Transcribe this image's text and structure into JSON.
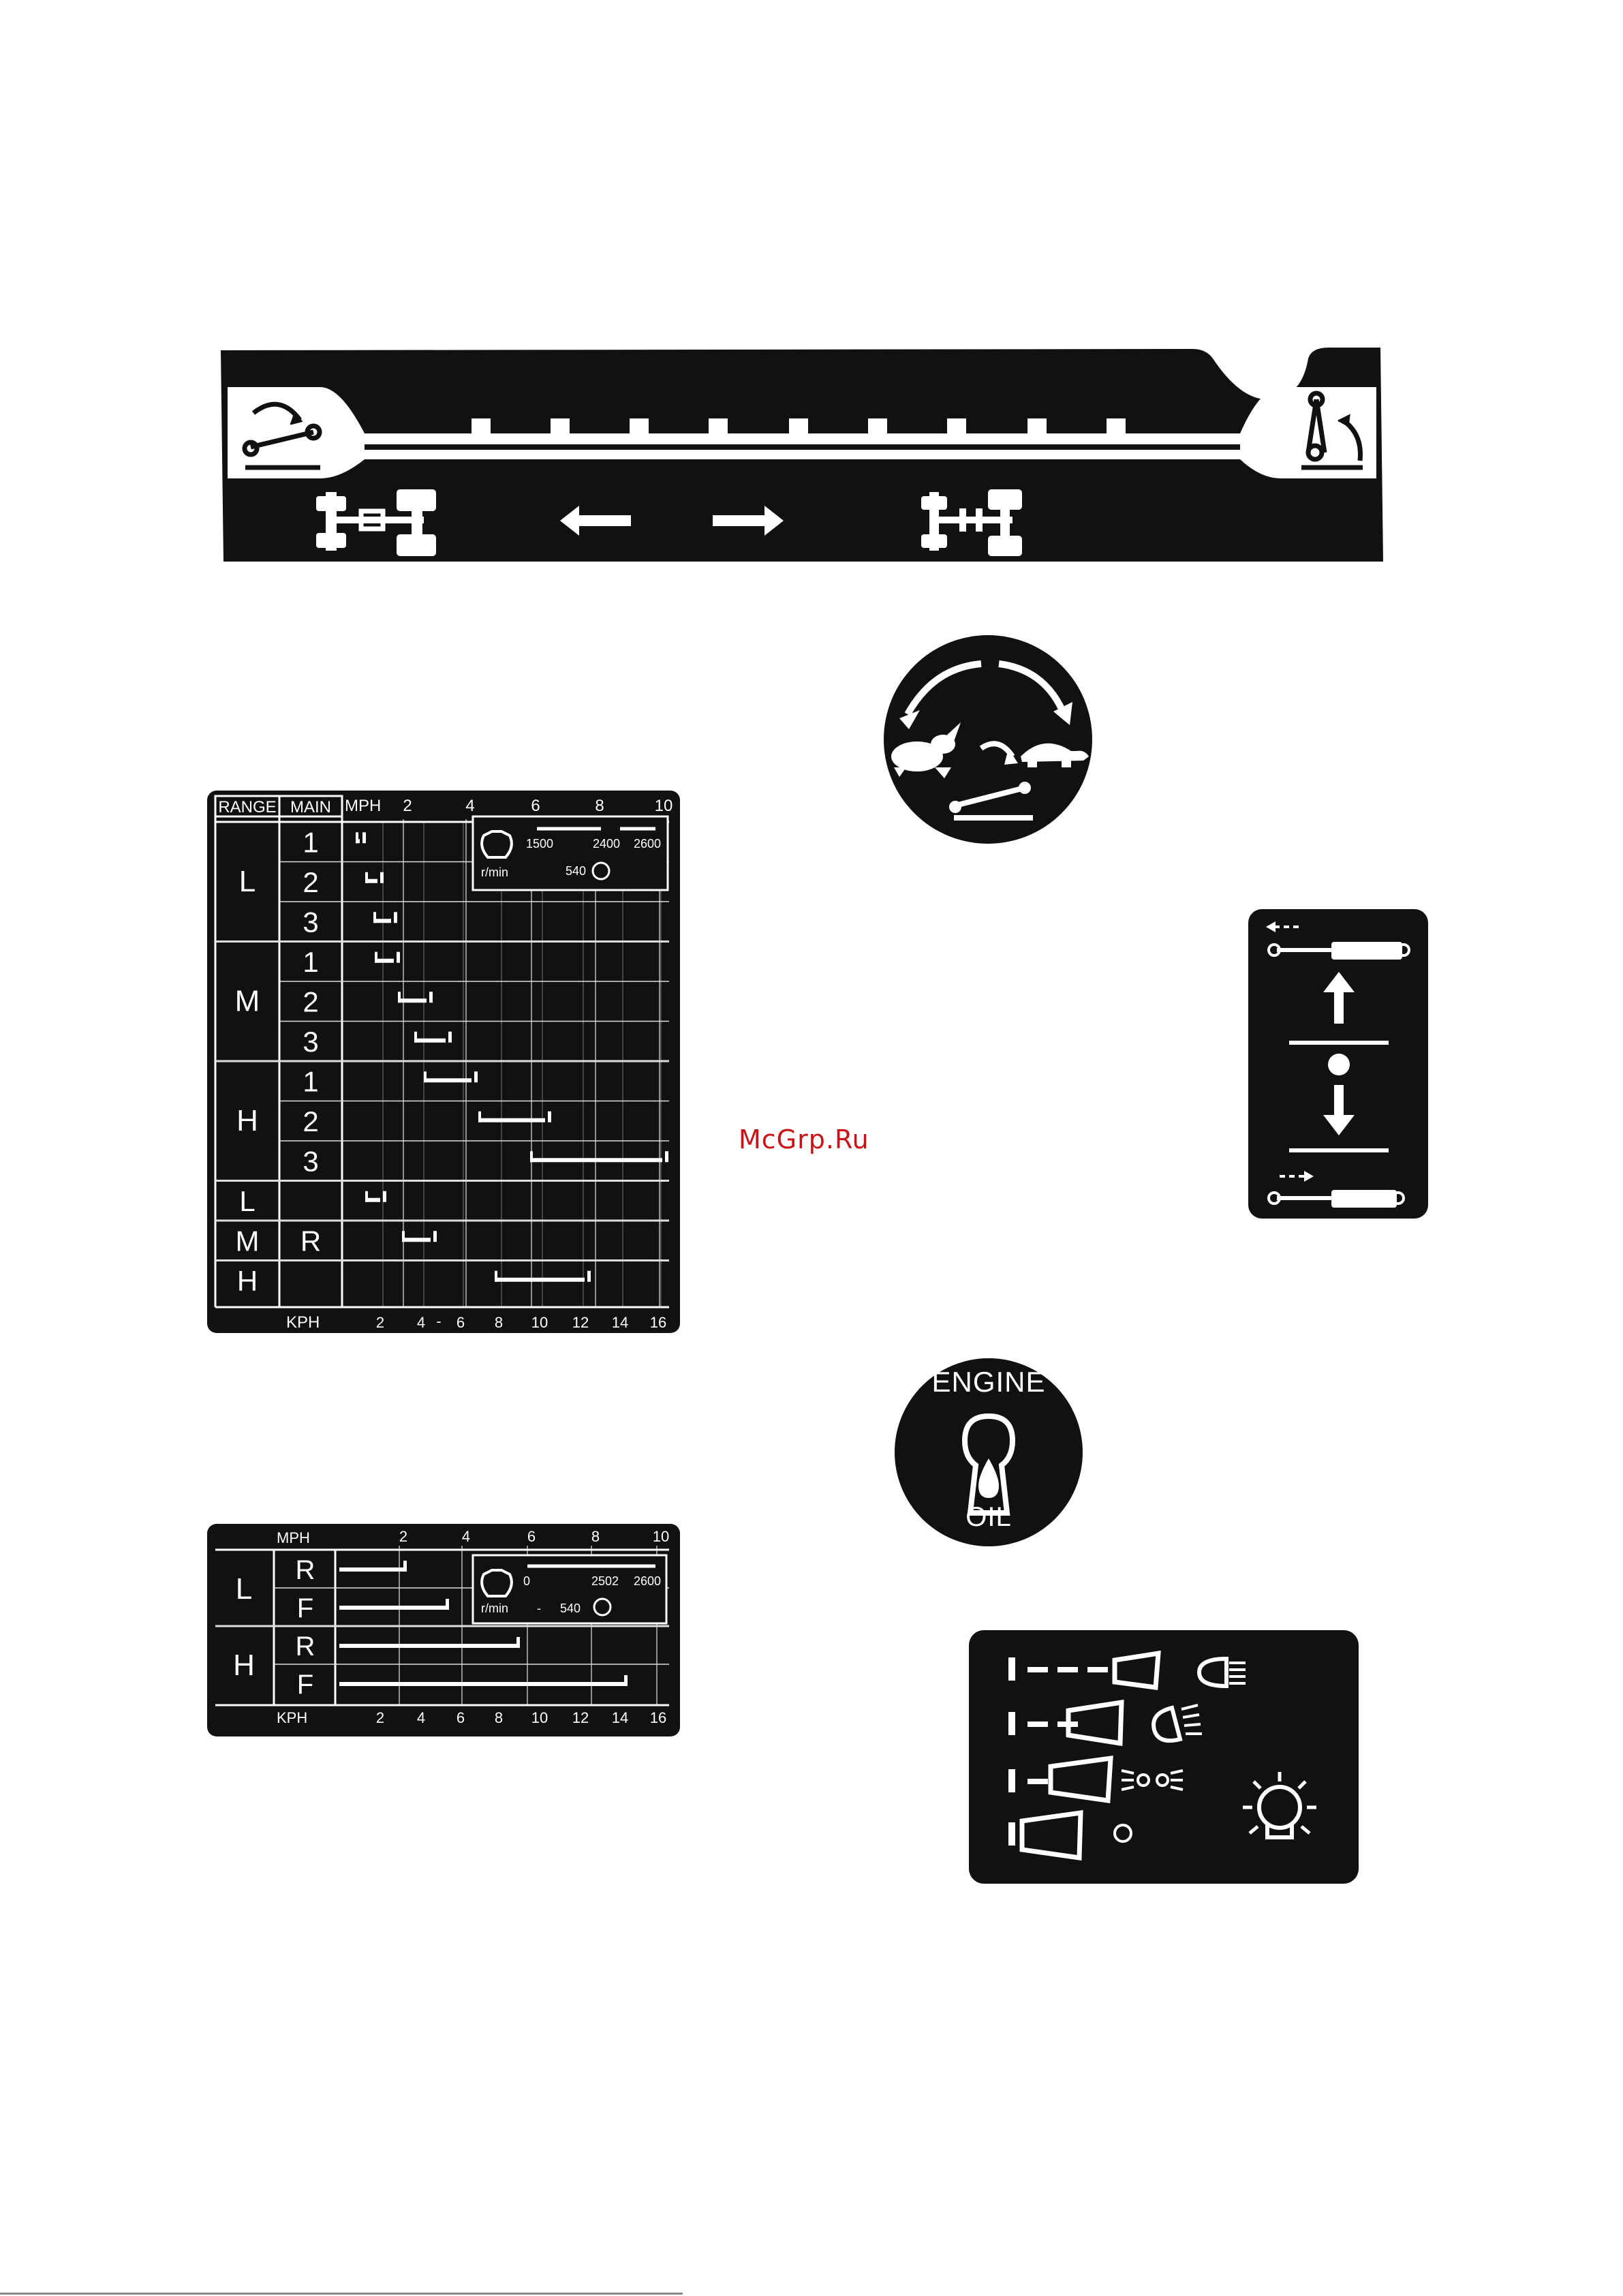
{
  "watermark": "McGrp.Ru",
  "gear_chart": {
    "header": {
      "range": "RANGE",
      "main": "MAIN",
      "mph": "MPH",
      "kph": "KPH"
    },
    "mph_ticks": [
      "2",
      "4",
      "6",
      "8",
      "10"
    ],
    "kph_ticks": [
      "2",
      "4",
      "6",
      "8",
      "10",
      "12",
      "14",
      "16"
    ],
    "kph_sep": "-",
    "groups": [
      {
        "range": "L",
        "gears": [
          "1",
          "2",
          "3"
        ]
      },
      {
        "range": "M",
        "gears": [
          "1",
          "2",
          "3"
        ]
      },
      {
        "range": "H",
        "gears": [
          "1",
          "2",
          "3"
        ]
      }
    ],
    "reverse": {
      "ranges": [
        "L",
        "M",
        "H"
      ],
      "label": "R"
    },
    "inset": {
      "rpm_low": "1500",
      "rpm_mid": "2400",
      "rpm_high": "2600",
      "unit": "r/min",
      "pto": "540"
    }
  },
  "gear_chart_2": {
    "header": {
      "mph": "MPH",
      "kph": "KPH"
    },
    "mph_ticks": [
      "2",
      "4",
      "6",
      "8",
      "10"
    ],
    "kph_ticks": [
      "2",
      "4",
      "6",
      "8",
      "10",
      "12",
      "14",
      "16"
    ],
    "groups": [
      {
        "range": "L",
        "dirs": [
          "R",
          "F"
        ]
      },
      {
        "range": "H",
        "dirs": [
          "R",
          "F"
        ]
      }
    ],
    "inset": {
      "rpm_low": "0",
      "rpm_mid": "2502",
      "rpm_high": "2600",
      "unit": "r/min",
      "sep": "-",
      "pto": "540"
    }
  },
  "engine_oil": {
    "top": "ENGINE",
    "bottom": "OIL"
  },
  "icons": {
    "clutch": "clutch-pedal-icon",
    "brake": "brake-pedal-icon",
    "four_wd": "four-wheel-drive-icon",
    "two_wd": "two-wheel-drive-icon",
    "left": "arrow-left-icon",
    "right": "arrow-right-icon",
    "rabbit": "rabbit-icon",
    "turtle": "turtle-icon",
    "oil_can": "oil-drop-icon",
    "cylinder": "hydraulic-cylinder-icon",
    "lights": "light-switch-icon"
  }
}
